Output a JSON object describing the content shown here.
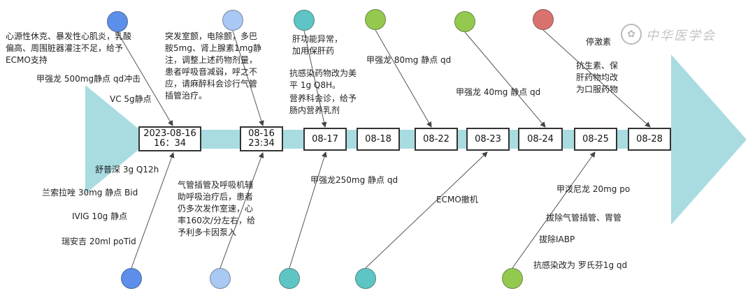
{
  "colors": {
    "arrow": "#a8dce1",
    "blue": "#5b8fea",
    "light_blue": "#a9c8f3",
    "teal": "#5fc5c4",
    "green": "#93c94f",
    "red": "#d9726e",
    "line": "#555555"
  },
  "watermark": {
    "icon": "seal-icon",
    "text": "中华医学会"
  },
  "timeline": {
    "dates": [
      {
        "label": "2023-08-16\n16：34"
      },
      {
        "label": "08-16\n23:34"
      },
      {
        "label": "08-17"
      },
      {
        "label": "08-18"
      },
      {
        "label": "08-22"
      },
      {
        "label": "08-23"
      },
      {
        "label": "08-24"
      },
      {
        "label": "08-25"
      },
      {
        "label": "08-28"
      }
    ]
  },
  "top_notes": [
    {
      "text": "心源性休克、暴发性心肌炎，乳酸\n偏高、周围脏器灌注不足，给予\nECMO支持"
    },
    {
      "text": "甲强龙 500mg静点 qd冲击"
    },
    {
      "text": "VC 5g静点"
    },
    {
      "text": "突发室颤，电除颤，多巴\n胺5mg、肾上腺素1mg静\n注，调整上述药物剂量，\n患者呼吸音减弱，呼之不\n应，请麻醉科会诊行气管\n插管治疗。"
    },
    {
      "text": "肝功能异常，\n加用保肝药"
    },
    {
      "text": "抗感染药物改为美\n平 1g Q8H。"
    },
    {
      "text": "营养科会诊，给予\n肠内营养乳剂"
    },
    {
      "text": "甲强龙 80mg 静点 qd"
    },
    {
      "text": "甲强龙 40mg 静点 qd"
    },
    {
      "text": "停激素"
    },
    {
      "text": "抗生素、保\n肝药物均改\n为口服药物"
    }
  ],
  "bottom_notes": [
    {
      "text": "舒普深 3g Q12h"
    },
    {
      "text": "兰索拉唑 30mg 静点 Bid"
    },
    {
      "text": "IVIG 10g 静点"
    },
    {
      "text": "瑞安吉 20ml poTid"
    },
    {
      "text": "气管插管及呼吸机辅\n助呼吸治疗后，患者\n仍多次发作室速，心\n率160次/分左右，给\n予利多卡因泵入"
    },
    {
      "text": "甲强龙250mg 静点 qd"
    },
    {
      "text": "ECMO撤机"
    },
    {
      "text": "甲泼尼龙 20mg po"
    },
    {
      "text": "拔除气管插管、胃管"
    },
    {
      "text": "拔除IABP"
    },
    {
      "text": "抗感染改为 罗氏芬1g qd"
    }
  ]
}
